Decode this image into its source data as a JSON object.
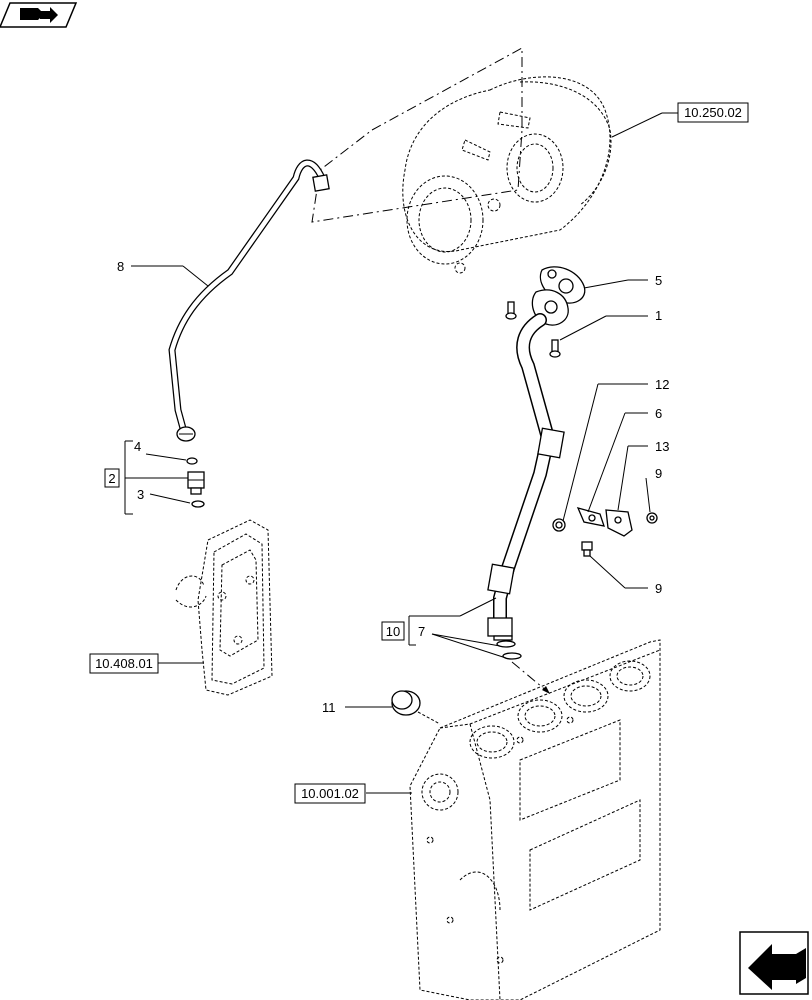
{
  "references": {
    "turbo": "10.250.02",
    "cover": "10.408.01",
    "block": "10.001.02"
  },
  "callouts": {
    "c1": "1",
    "c2": "2",
    "c3": "3",
    "c4": "4",
    "c5": "5",
    "c6": "6",
    "c7": "7",
    "c8": "8",
    "c9a": "9",
    "c9b": "9",
    "c10": "10",
    "c11": "11",
    "c12": "12",
    "c13": "13"
  },
  "icons": {
    "top_left": "book-arrow-icon",
    "bottom_right": "next-page-arrow-icon"
  }
}
